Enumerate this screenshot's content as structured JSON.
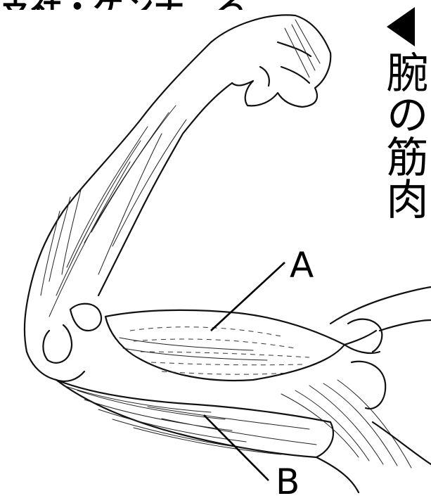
{
  "title": "腕の筋肉",
  "top_text_fragment": "支社・ケンチ…る",
  "labels": {
    "a": "A",
    "b": "B"
  },
  "icons": {
    "title_marker": "left-triangle-icon"
  },
  "colors": {
    "ink": "#111111",
    "background": "#ffffff"
  }
}
